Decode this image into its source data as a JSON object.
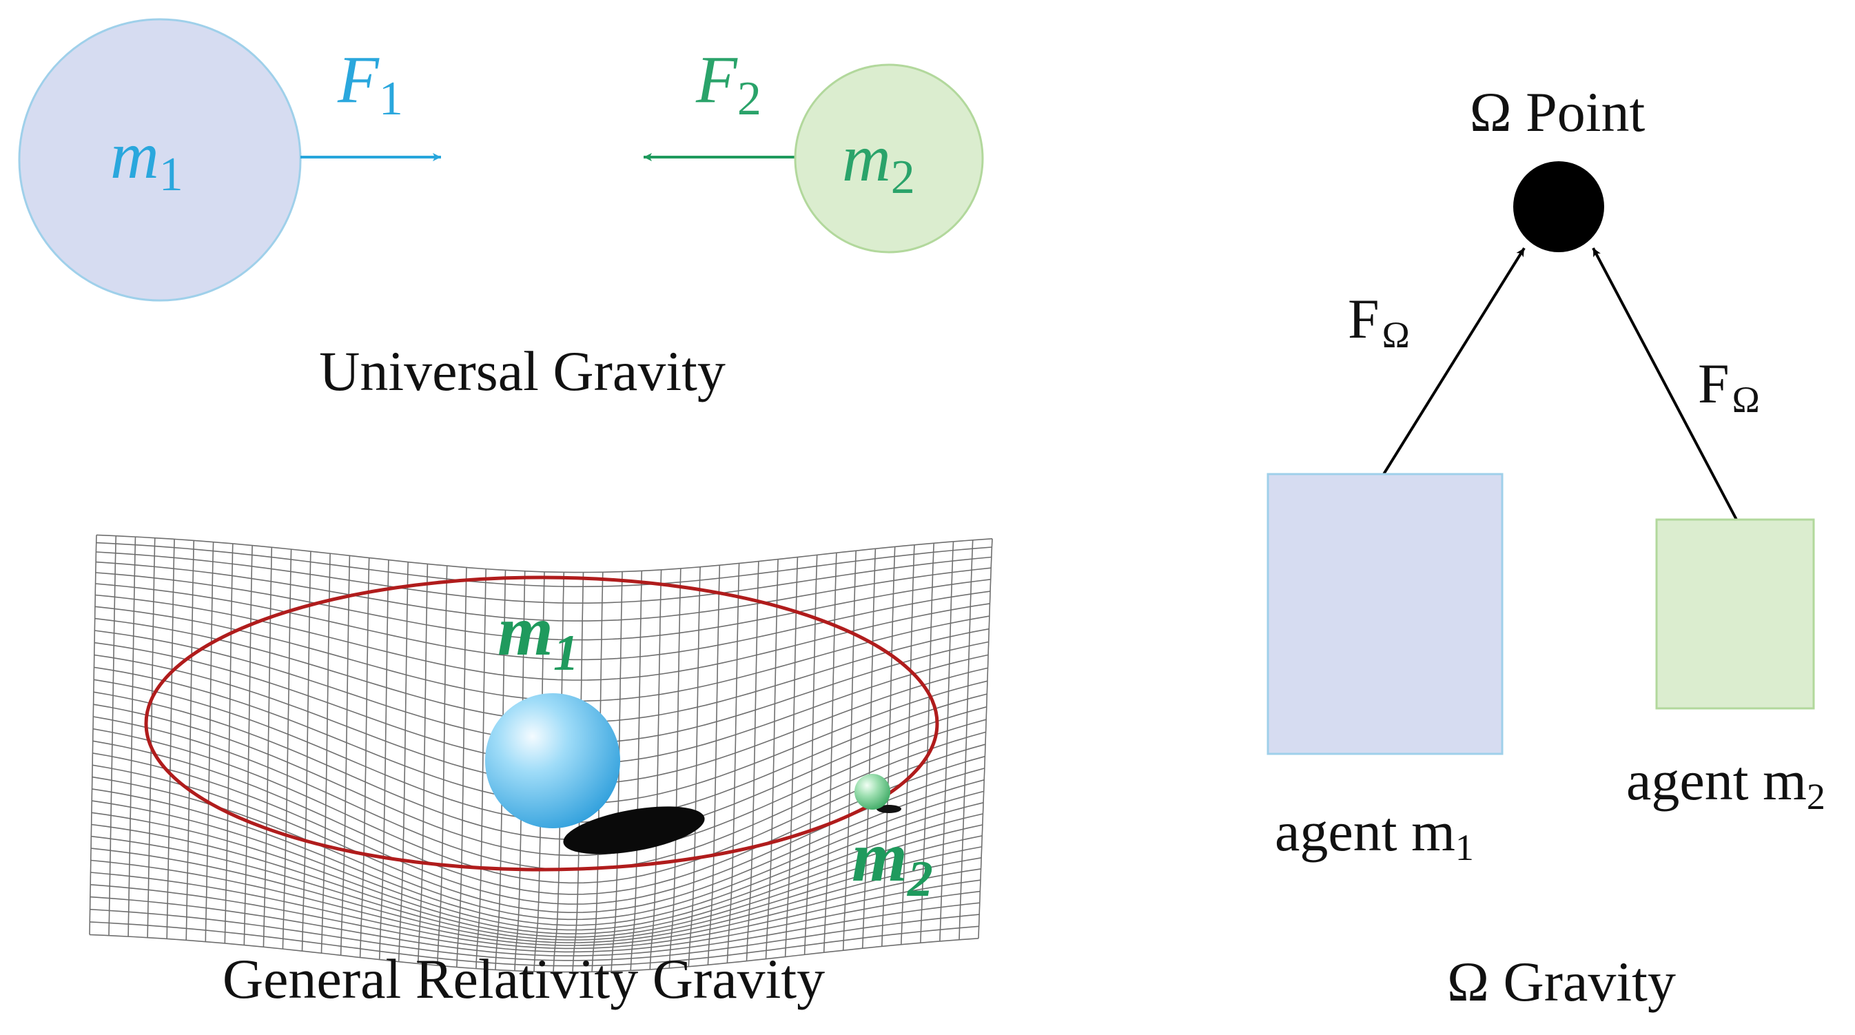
{
  "universal_gravity": {
    "caption": "Universal Gravity",
    "mass1": {
      "symbol": "m",
      "sub": "1"
    },
    "mass2": {
      "symbol": "m",
      "sub": "2"
    },
    "force1": {
      "symbol": "F",
      "sub": "1"
    },
    "force2": {
      "symbol": "F",
      "sub": "2"
    }
  },
  "relativity_gravity": {
    "caption": "General Relativity Gravity",
    "mass1": {
      "symbol": "m",
      "sub": "1"
    },
    "mass2": {
      "symbol": "m",
      "sub": "2"
    }
  },
  "omega_gravity": {
    "caption": "Ω Gravity",
    "point_label": "Ω Point",
    "force_left": {
      "symbol": "F",
      "sub": "Ω"
    },
    "force_right": {
      "symbol": "F",
      "sub": "Ω"
    },
    "agent1": {
      "prefix": "agent m",
      "sub": "1"
    },
    "agent2": {
      "prefix": "agent m",
      "sub": "2"
    }
  },
  "colors": {
    "blue_text": "#2aa7dd",
    "green_text": "#2aa36a",
    "blue_fill": "#d6dcf1",
    "green_fill": "#dbedcf",
    "blue_stroke": "#9fd0ea",
    "green_stroke": "#b2d89c",
    "orbit": "#b01c1c"
  }
}
